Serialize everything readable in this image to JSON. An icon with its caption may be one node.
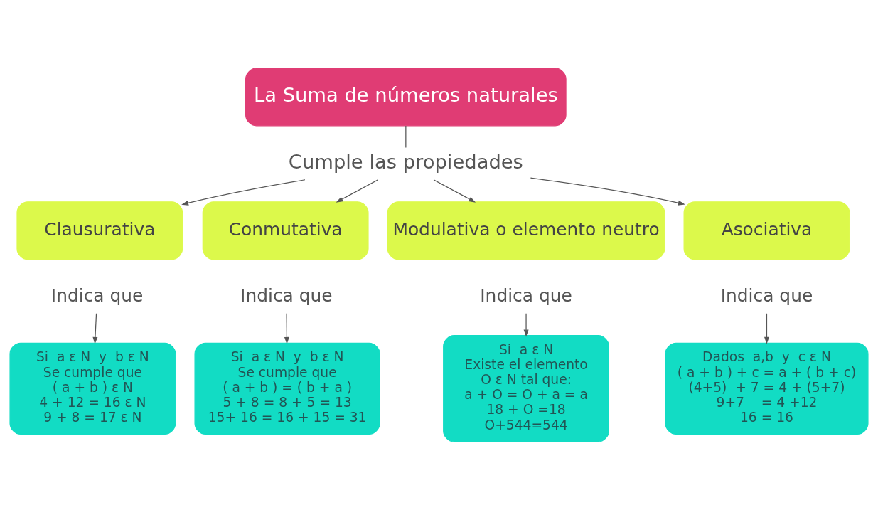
{
  "diagram": {
    "nodes": [
      {
        "text": [
          "La Suma de números naturales"
        ]
      },
      {
        "text": [
          "Cumple las propiedades"
        ]
      },
      {
        "text": [
          "Clausurativa"
        ]
      },
      {
        "text": [
          "Conmutativa"
        ]
      },
      {
        "text": [
          "Modulativa o elemento neutro"
        ]
      },
      {
        "text": [
          "Asociativa"
        ]
      },
      {
        "text": [
          "Indica que"
        ]
      },
      {
        "text": [
          "Indica que"
        ]
      },
      {
        "text": [
          "Indica que"
        ]
      },
      {
        "text": [
          "Indica que"
        ]
      },
      {
        "text": [
          "Si  a ε N  y  b ε N",
          "Se cumple que",
          "( a + b ) ε N",
          "4 + 12 = 16 ε N",
          "9 + 8 = 17 ε N"
        ]
      },
      {
        "text": [
          "Si  a ε N  y  b ε N",
          "Se cumple que",
          "( a + b ) = ( b + a )",
          "5 + 8 = 8 + 5 = 13",
          "15+ 16 = 16 + 15 = 31"
        ]
      },
      {
        "text": [
          "Si  a ε N",
          "Existe el elemento",
          "O ε N tal que:",
          "a + O = O + a = a",
          "18 + O =18",
          "O+544=544"
        ]
      },
      {
        "text": [
          "Dados  a,b  y  c ε N",
          "( a + b ) + c = a + ( b + c)",
          "(4+5)  + 7 = 4 + (5+7)",
          "9+7    = 4 +12",
          "16 = 16"
        ]
      }
    ],
    "edges": [
      {
        "from": 0,
        "to": 1,
        "arrow": "none"
      },
      {
        "from": 1,
        "to": 2,
        "arrow": "to"
      },
      {
        "from": 1,
        "to": 3,
        "arrow": "to"
      },
      {
        "from": 1,
        "to": 4,
        "arrow": "to"
      },
      {
        "from": 1,
        "to": 5,
        "arrow": "to"
      },
      {
        "from": 6,
        "to": 10,
        "arrow": "to"
      },
      {
        "from": 7,
        "to": 11,
        "arrow": "to"
      },
      {
        "from": 8,
        "to": 12,
        "arrow": "to"
      },
      {
        "from": 9,
        "to": 13,
        "arrow": "to"
      }
    ]
  }
}
